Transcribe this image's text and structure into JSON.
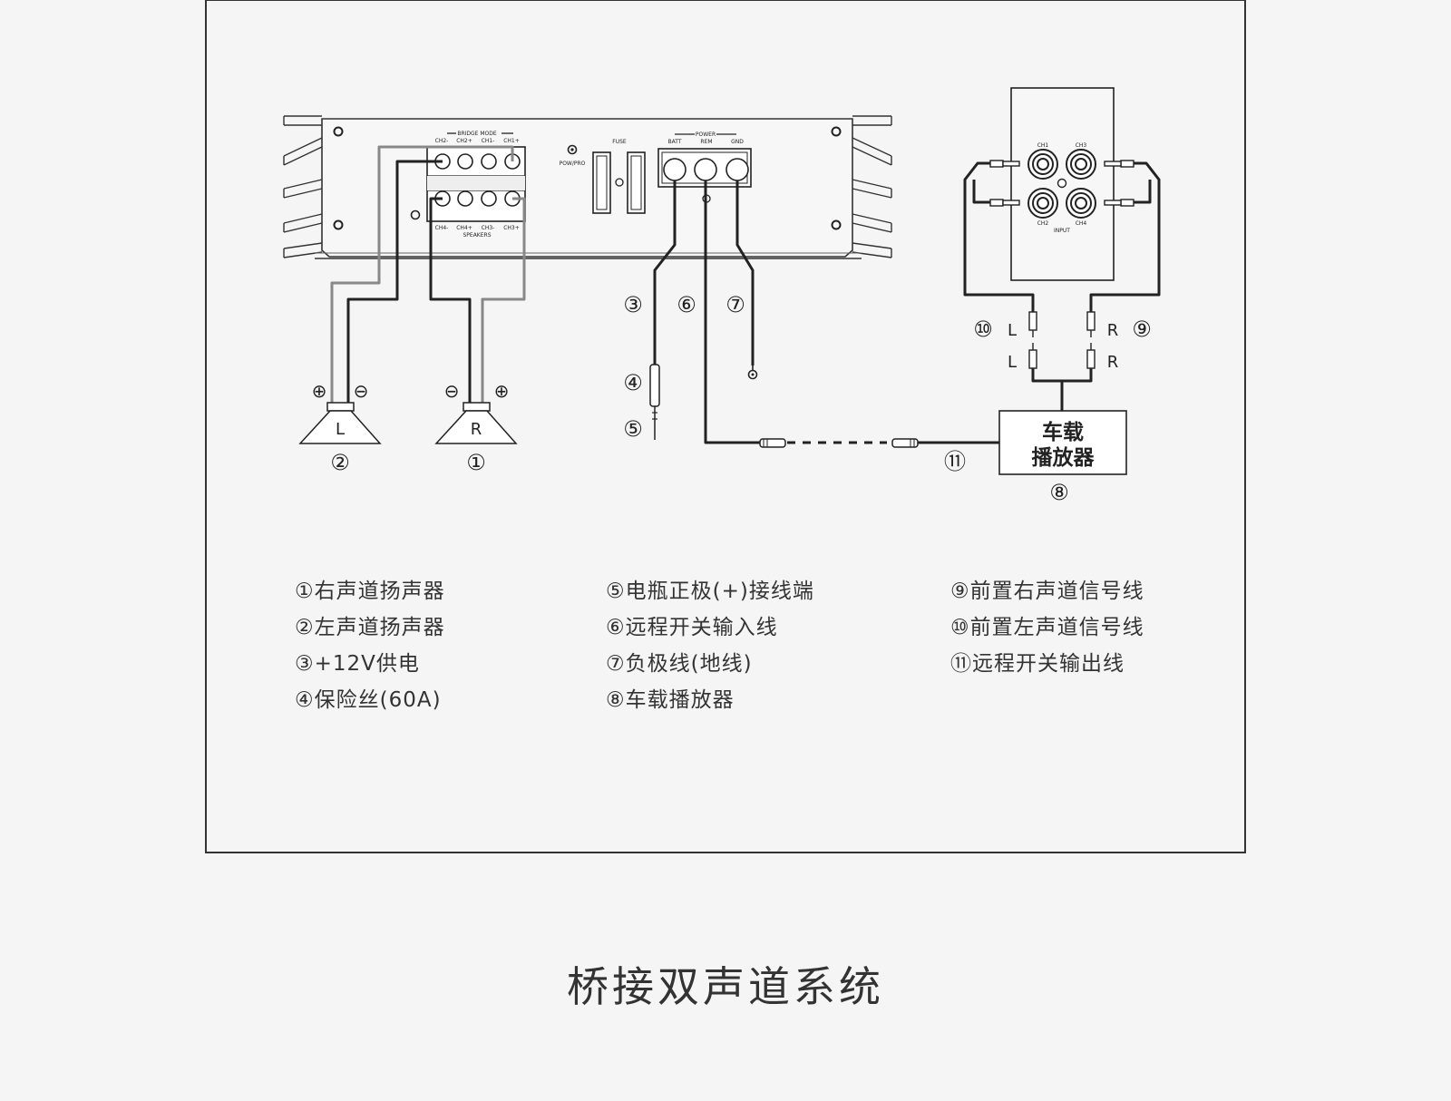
{
  "amplifier": {
    "bridge_mode_label": "BRIDGE MODE",
    "bridge_terminals": [
      "CH2-",
      "CH2+",
      "CH1-",
      "CH1+"
    ],
    "speaker_terminals": [
      "CH4-",
      "CH4+",
      "CH3-",
      "CH3+"
    ],
    "speakers_label": "SPEAKERS",
    "pow_pro_label": "POW/PRO",
    "fuse_label": "FUSE",
    "power_label": "POWER",
    "power_terminals": [
      "BATT",
      "REM",
      "GND"
    ]
  },
  "input_panel": {
    "channels": [
      "CH1",
      "CH3",
      "CH2",
      "CH4"
    ],
    "input_label": "INPUT"
  },
  "speakers": {
    "left": {
      "letter": "L",
      "plus": "⊕",
      "minus": "⊖",
      "number": "②"
    },
    "right": {
      "letter": "R",
      "plus": "⊕",
      "minus": "⊖",
      "number": "①"
    }
  },
  "callouts": {
    "n3": "③",
    "n4": "④",
    "n5": "⑤",
    "n6": "⑥",
    "n7": "⑦",
    "n8": "⑧",
    "n9": "⑨",
    "n10": "⑩",
    "n11": "⑪",
    "rca_l": "L",
    "rca_r": "R"
  },
  "head_unit": {
    "line1": "车载",
    "line2": "播放器"
  },
  "legend": {
    "col1": [
      "①右声道扬声器",
      "②左声道扬声器",
      "③+12V供电",
      "④保险丝(60A)"
    ],
    "col2": [
      "⑤电瓶正极(+)接线端",
      "⑥远程开关输入线",
      "⑦负极线(地线)",
      "⑧车载播放器"
    ],
    "col3": [
      "⑨前置右声道信号线",
      "⑩前置左声道信号线",
      "⑪远程开关输出线"
    ]
  },
  "caption": "桥接双声道系统"
}
